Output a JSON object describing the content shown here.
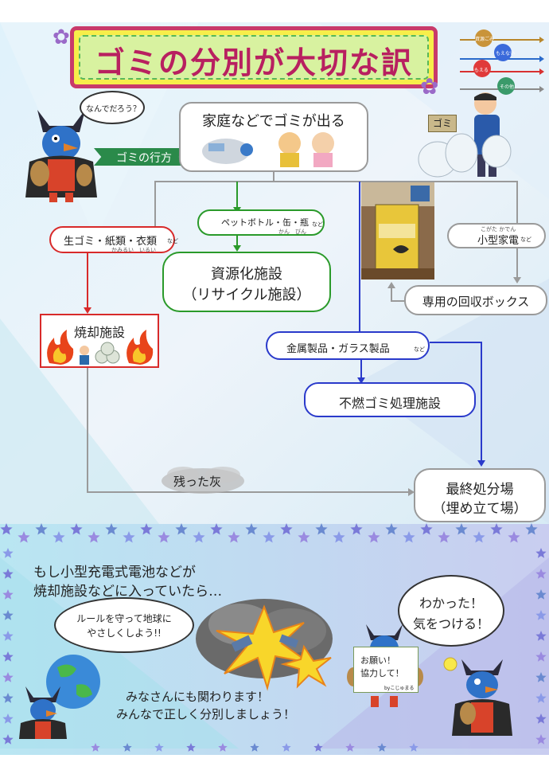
{
  "title": "ゴミの分別が大切な訳",
  "legend": {
    "items": [
      {
        "label": "資源ごみ",
        "color": "#b8862a"
      },
      {
        "label": "もえない",
        "color": "#2a6acb"
      },
      {
        "label": "もえる",
        "color": "#d83030"
      },
      {
        "label": "その他",
        "color": "#4a8a5a"
      }
    ]
  },
  "mascot_top": {
    "thought": "なんでだろう？"
  },
  "ticket_label": "ゴミの行方",
  "source": {
    "label": "家庭などでゴミが出る"
  },
  "gomi_sign": "ゴミ",
  "flow": {
    "burnable": {
      "label": "生ゴミ・紙類・衣類",
      "ruby": "かみるい　いるい",
      "suffix": "など"
    },
    "recyclable": {
      "label": "ペットボトル・缶・瓶",
      "ruby": "かん　びん",
      "suffix": "など"
    },
    "recycling_facility": {
      "line1": "資源化施設",
      "line2": "（リサイクル施設）"
    },
    "incineration": {
      "label": "焼却施設"
    },
    "metal_glass": {
      "label": "金属製品・ガラス製品",
      "suffix": "など"
    },
    "nonburnable_facility": {
      "label": "不燃ゴミ処理施設"
    },
    "small_appliance": {
      "label": "小型家電",
      "ruby": "こがた かでん",
      "suffix": "など"
    },
    "collection_box": {
      "label": "専用の回収ボックス"
    },
    "ash": {
      "label": "残った灰"
    },
    "landfill": {
      "line1": "最終処分場",
      "line2": "（埋め立て場）"
    }
  },
  "bottom": {
    "warning_line1": "もし小型充電式電池などが",
    "warning_line2": "焼却施設などに入っていたら…",
    "earth_bubble_line1": "ルールを守って地球に",
    "earth_bubble_line2": "やさしくしよう!!",
    "right_bubble_line1": "わかった！",
    "right_bubble_line2": "気をつける！",
    "sign_line1": "お願い！",
    "sign_line2": "協力して！",
    "sign_author": "byこじゅまる",
    "closing_line1": "みなさんにも関わります！",
    "closing_line2": "みんなで正しく分別しましょう！"
  },
  "colors": {
    "red": "#d82a2a",
    "green": "#2a9a2a",
    "blue": "#2a3acb",
    "gray": "#9a9a9a",
    "title_pink": "#b82060"
  }
}
